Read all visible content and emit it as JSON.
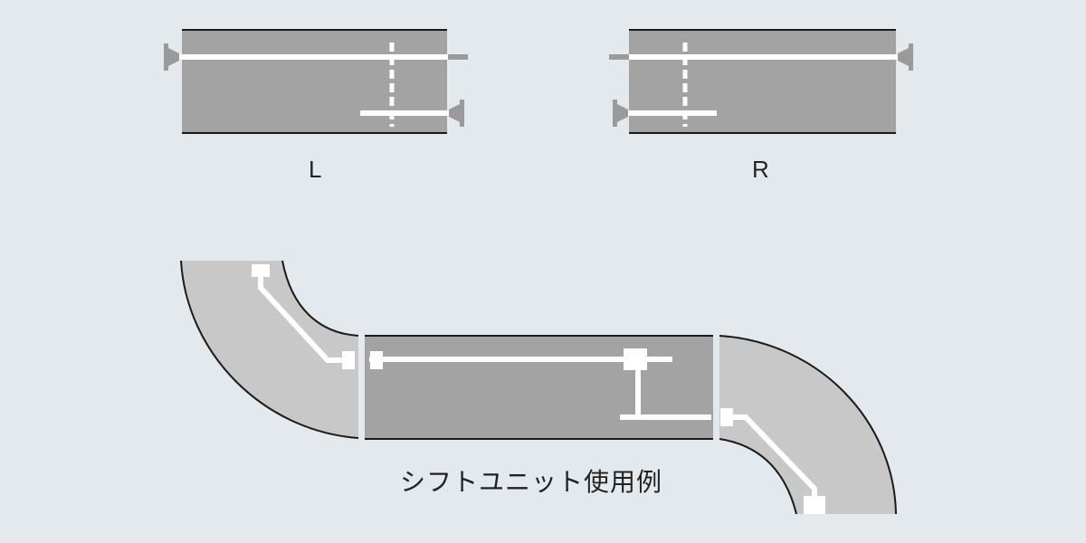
{
  "labels": {
    "left_unit": "L",
    "right_unit": "R",
    "example": "シフトユニット使用例"
  },
  "colors": {
    "background": "#e4e9ee",
    "straight_track": "#a3a3a3",
    "curve_track": "#c8c8c8",
    "rail": "#ffffff",
    "stopper": "#9a9a9a",
    "edge": "#1a1a1a",
    "text": "#222222"
  }
}
